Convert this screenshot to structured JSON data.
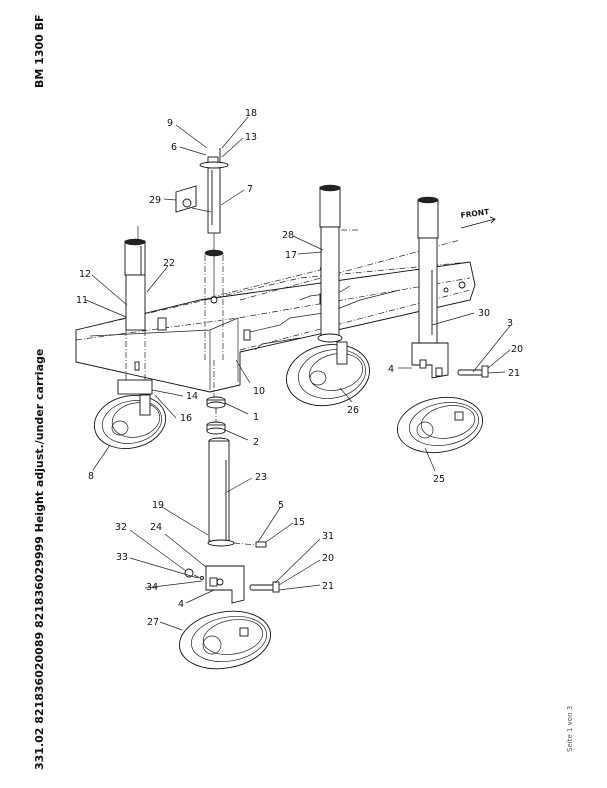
{
  "header": {
    "model": "BM 1300 BF",
    "title": "331.02 821836020089 821836029999 Height adjust./under carriage",
    "page_indicator": "Seite 1 von 3"
  },
  "diagram": {
    "direction_label": "FRONT",
    "callouts": [
      "9",
      "18",
      "13",
      "6",
      "7",
      "29",
      "28",
      "17",
      "22",
      "12",
      "11",
      "30",
      "3",
      "20",
      "21",
      "4",
      "10",
      "14",
      "16",
      "1",
      "2",
      "8",
      "26",
      "25",
      "23",
      "19",
      "5",
      "15",
      "32",
      "24",
      "31",
      "33",
      "34",
      "20",
      "21",
      "4",
      "27"
    ],
    "colors": {
      "line": "#111111",
      "background": "#ffffff"
    }
  }
}
